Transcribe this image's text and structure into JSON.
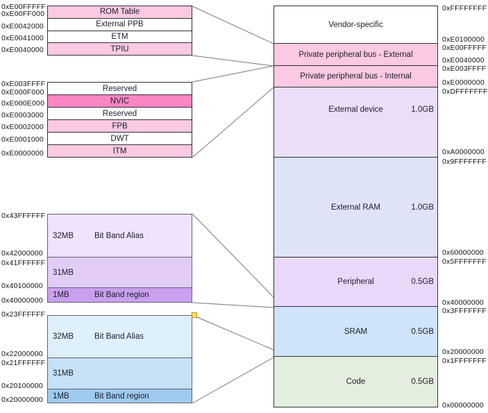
{
  "detail_ppb_external": {
    "addresses": [
      "0xE00FFFFF",
      "0xE00FF000",
      "0xE0042000",
      "0xE0041000",
      "0xE0040000"
    ],
    "rows": [
      {
        "label": "ROM Table",
        "color": "#fbc9e1"
      },
      {
        "label": "External PPB",
        "color": "#ffffff"
      },
      {
        "label": "ETM",
        "color": "#ffffff"
      },
      {
        "label": "TPIU",
        "color": "#fbc9e1"
      }
    ]
  },
  "detail_ppb_internal": {
    "addresses": [
      "0xE003FFFF",
      "0xE000F000",
      "0xE000E000",
      "0xE0003000",
      "0xE0002000",
      "0xE0001000",
      "0xE0000000"
    ],
    "rows": [
      {
        "label": "Reserved",
        "color": "#ffffff"
      },
      {
        "label": "NVIC",
        "color": "#fa86c4"
      },
      {
        "label": "Reserved",
        "color": "#ffffff"
      },
      {
        "label": "FPB",
        "color": "#fbc9e1"
      },
      {
        "label": "DWT",
        "color": "#ffffff"
      },
      {
        "label": "ITM",
        "color": "#fbc9e1"
      }
    ]
  },
  "detail_peripheral_bitband": {
    "addresses": [
      "0x43FFFFFF",
      "0x42000000",
      "0x41FFFFFF",
      "0x40100000",
      "0x40000000"
    ],
    "rows": [
      {
        "size": "32MB",
        "label": "Bit Band Alias",
        "color": "#f0e3fb"
      },
      {
        "size": "31MB",
        "label": "",
        "color": "#e3cdf6"
      },
      {
        "size": "1MB",
        "label": "Bit Band region",
        "color": "#c9a0ee"
      }
    ]
  },
  "detail_sram_bitband": {
    "addresses": [
      "0x23FFFFFF",
      "0x22000000",
      "0x21FFFFFF",
      "0x20100000",
      "0x20000000"
    ],
    "rows": [
      {
        "size": "32MB",
        "label": "Bit Band Alias",
        "color": "#def0fb"
      },
      {
        "size": "31MB",
        "label": "",
        "color": "#c6e0f5"
      },
      {
        "size": "1MB",
        "label": "Bit Band region",
        "color": "#9dcbee"
      }
    ]
  },
  "memory_map": {
    "regions": [
      {
        "label": "Vendor-specific",
        "size": "",
        "color": "#ffffff",
        "addr_top": "0xFFFFFFFF",
        "addr_bottom": "0xE0100000"
      },
      {
        "label": "Private peripheral bus - External",
        "size": "",
        "color": "#fbc9e1",
        "addr_top": "0xE00FFFFF",
        "addr_bottom": "0xE0040000"
      },
      {
        "label": "Private peripheral bus - Internal",
        "size": "",
        "color": "#fbc9e1",
        "addr_top": "0xE003FFFF",
        "addr_bottom": "0xE0000000"
      },
      {
        "label": "External device",
        "size": "1.0GB",
        "color": "#eadef8",
        "addr_top": "0xDFFFFFFF",
        "addr_bottom": "0xA0000000"
      },
      {
        "label": "External RAM",
        "size": "1.0GB",
        "color": "#dfe3f7",
        "addr_top": "0x9FFFFFFF",
        "addr_bottom": "0x60000000"
      },
      {
        "label": "Peripheral",
        "size": "0.5GB",
        "color": "#ebd8f8",
        "addr_top": "0x5FFFFFFF",
        "addr_bottom": "0x40000000"
      },
      {
        "label": "SRAM",
        "size": "0.5GB",
        "color": "#cfe4f8",
        "addr_top": "0x3FFFFFFF",
        "addr_bottom": "0x20000000"
      },
      {
        "label": "Code",
        "size": "0.5GB",
        "color": "#e4eede",
        "addr_top": "0x1FFFFFFF",
        "addr_bottom": "0x00000000"
      }
    ]
  }
}
